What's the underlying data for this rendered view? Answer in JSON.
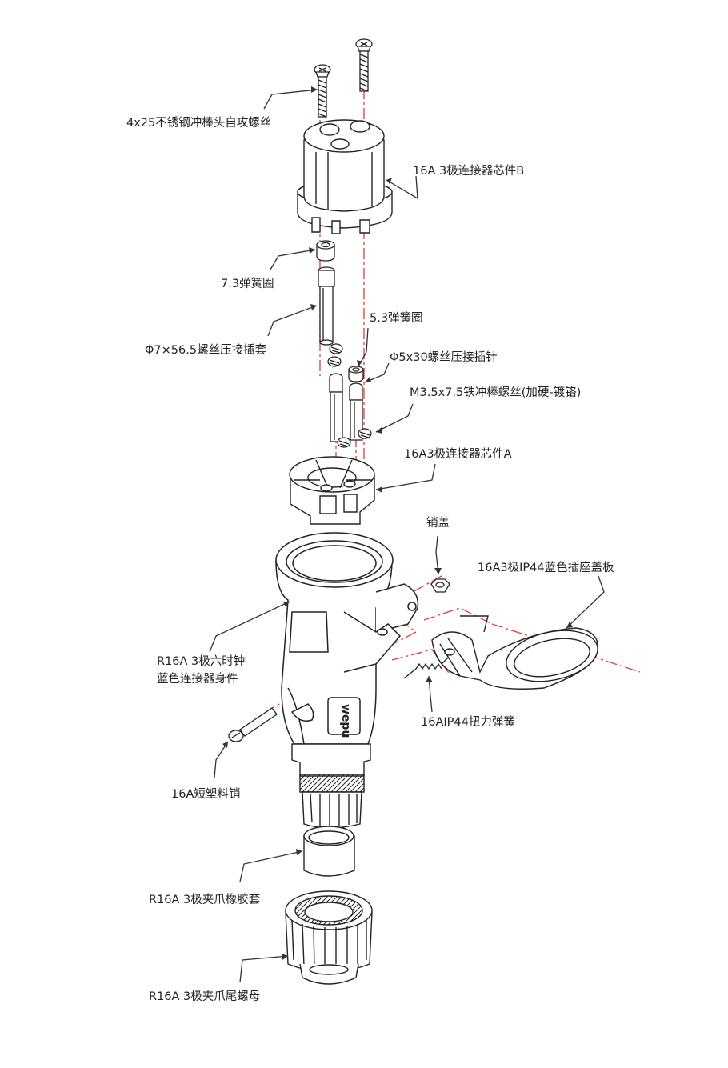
{
  "colors": {
    "line": "#222222",
    "axis": "#e53935",
    "leader": "#333333",
    "background": "#ffffff"
  },
  "labels": {
    "screw_self_tapping": "4x25不锈钢冲棒头自攻螺丝",
    "core_b": "16A 3极连接器芯件B",
    "spring_ring_73": "7.3弹簧圈",
    "sleeve": "Φ7×56.5螺丝压接插套",
    "spring_ring_53": "5.3弹簧圈",
    "pin": "Φ5x30螺丝压接插针",
    "screw_m35": "M3.5x7.5铁冲棒螺丝(加硬-镀铬)",
    "core_a": "16A3极连接器芯件A",
    "pin_cap": "销盖",
    "cover_plate": "16A3极IP44蓝色插座盖板",
    "body_line1": "R16A 3极六时钟",
    "body_line2": "蓝色连接器身件",
    "torsion_spring": "16AIP44扭力弹簧",
    "plastic_pin": "16A短塑料销",
    "rubber_sleeve": "R16A 3极夹爪橡胶套",
    "tail_nut": "R16A 3极夹爪尾螺母"
  },
  "body_print": "wepu"
}
